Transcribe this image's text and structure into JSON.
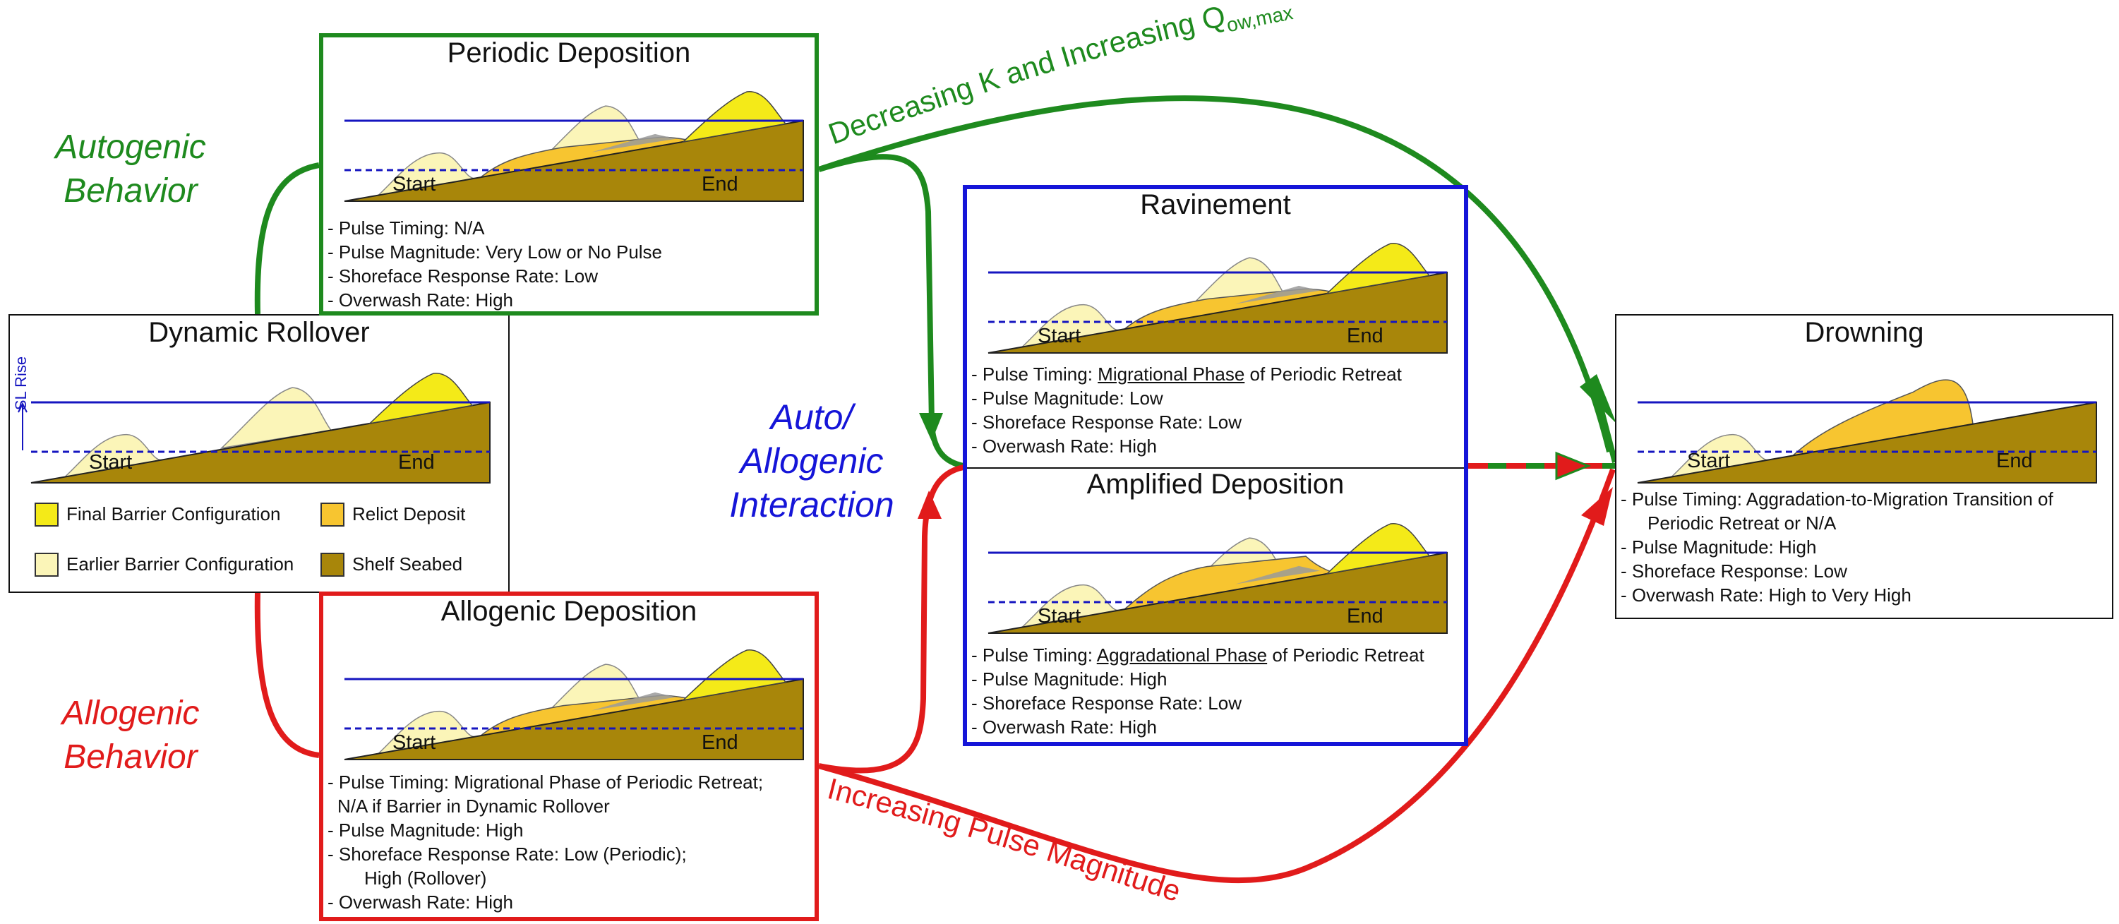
{
  "labels": {
    "start": "Start",
    "end": "End",
    "sl_rise": "SL Rise"
  },
  "behavior": {
    "autogenic": [
      "Autogenic",
      "Behavior"
    ],
    "allogenic": [
      "Allogenic",
      "Behavior"
    ],
    "interaction": [
      "Auto/",
      "Allogenic",
      "Interaction"
    ]
  },
  "arrows": {
    "top_text": "Decreasing K and Increasing Q",
    "top_sub": "ow,max",
    "bottom_text": "Increasing Pulse Magnitude"
  },
  "colors": {
    "green": "#1e8a1e",
    "red": "#e11b1b",
    "blue": "#1515d8",
    "shelf": "#a8860a",
    "final_barrier": "#f4ea18",
    "earlier_barrier": "#fbf5b8",
    "relict": "#f7c530",
    "sea_level": "#1515c0"
  },
  "dynamic_rollover": {
    "title": "Dynamic Rollover",
    "legend": [
      {
        "label": "Final Barrier Configuration",
        "color": "#f4ea18"
      },
      {
        "label": "Relict Deposit",
        "color": "#f7c530"
      },
      {
        "label": "Earlier Barrier Configuration",
        "color": "#fbf5b8"
      },
      {
        "label": "Shelf Seabed",
        "color": "#a8860a"
      }
    ]
  },
  "periodic": {
    "title": "Periodic Deposition",
    "bullets": [
      "- Pulse Timing: N/A",
      "- Pulse Magnitude: Very Low or No Pulse",
      "- Shoreface Response Rate: Low",
      "- Overwash Rate: High"
    ]
  },
  "allogenic": {
    "title": "Allogenic Deposition",
    "bullets": [
      "- Pulse Timing: Migrational Phase of Periodic Retreat;",
      "N/A if Barrier in Dynamic Rollover",
      "- Pulse Magnitude: High",
      "- Shoreface Response Rate: Low (Periodic);",
      "High (Rollover)",
      "- Overwash Rate: High"
    ]
  },
  "ravinement": {
    "title": "Ravinement",
    "timing_prefix": "- Pulse Timing: ",
    "timing_underlined": "Migrational Phase",
    "timing_suffix": " of Periodic Retreat",
    "bullets": [
      "- Pulse Magnitude: Low",
      "- Shoreface Response Rate: Low",
      "- Overwash Rate: High"
    ]
  },
  "amplified": {
    "title": "Amplified Deposition",
    "timing_prefix": "- Pulse Timing: ",
    "timing_underlined": "Aggradational Phase",
    "timing_suffix": " of Periodic Retreat",
    "bullets": [
      "- Pulse Magnitude: High",
      "- Shoreface Response Rate: Low",
      "- Overwash Rate: High"
    ]
  },
  "drowning": {
    "title": "Drowning",
    "bullets": [
      "- Pulse Timing: Aggradation-to-Migration Transition of",
      "Periodic Retreat or N/A",
      "- Pulse Magnitude: High",
      "- Shoreface Response: Low",
      "- Overwash Rate: High to Very High"
    ]
  }
}
